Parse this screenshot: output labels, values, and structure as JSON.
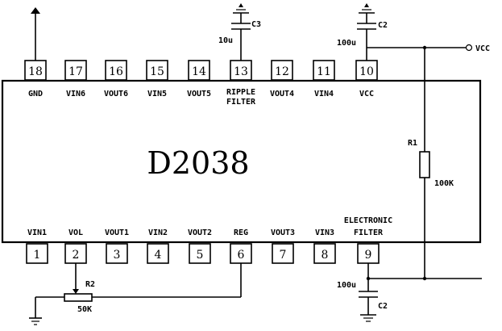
{
  "chip": {
    "title": "D2038"
  },
  "top_pins": [
    {
      "num": "18",
      "label": "GND"
    },
    {
      "num": "17",
      "label": "VIN6"
    },
    {
      "num": "16",
      "label": "VOUT6"
    },
    {
      "num": "15",
      "label": "VIN5"
    },
    {
      "num": "14",
      "label": "VOUT5"
    },
    {
      "num": "13",
      "label": "RIPPLE",
      "label2": "FILTER"
    },
    {
      "num": "12",
      "label": "VOUT4"
    },
    {
      "num": "11",
      "label": "VIN4"
    },
    {
      "num": "10",
      "label": "VCC"
    }
  ],
  "bottom_pins": [
    {
      "num": "1",
      "label": "VIN1"
    },
    {
      "num": "2",
      "label": "VOL"
    },
    {
      "num": "3",
      "label": "VOUT1"
    },
    {
      "num": "4",
      "label": "VIN2"
    },
    {
      "num": "5",
      "label": "VOUT2"
    },
    {
      "num": "6",
      "label": "REG"
    },
    {
      "num": "7",
      "label": "VOUT3"
    },
    {
      "num": "8",
      "label": "VIN3"
    },
    {
      "num": "9",
      "label": "ELECTRONIC",
      "label2": "FILTER"
    }
  ],
  "components": {
    "c3_name": "C3",
    "c3_value": "10u",
    "c2_top_name": "C2",
    "c2_top_value": "100u",
    "c2_bottom_name": "C2",
    "c2_bottom_value": "100u",
    "r1_name": "R1",
    "r1_value": "100K",
    "r2_name": "R2",
    "r2_value": "50K",
    "vcc_label": "VCC"
  }
}
